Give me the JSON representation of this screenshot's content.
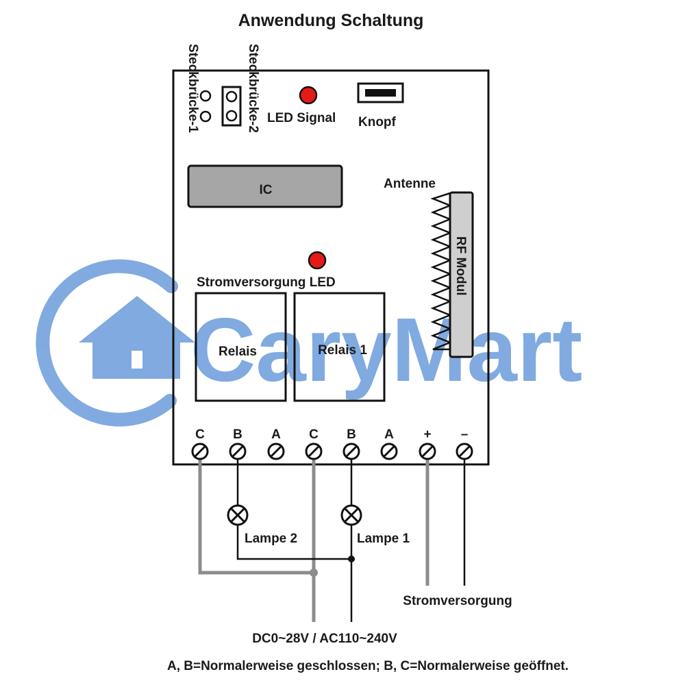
{
  "title": "Anwendung Schaltung",
  "watermark": {
    "text": "CaryMart",
    "color": "#7aa6df"
  },
  "board": {
    "jumper1": "Steckbrücke-1",
    "jumper2": "Steckbrücke-2",
    "led_signal": "LED Signal",
    "button": "Knopf",
    "ic": "IC",
    "antenna": "Antenne",
    "rf_module": "RF Modul",
    "power_led": "Stromversorgung LED",
    "relay_left": "Relais",
    "relay_right": "Relais 1",
    "terminals": [
      "C",
      "B",
      "A",
      "C",
      "B",
      "A",
      "+",
      "–"
    ]
  },
  "wiring": {
    "lamp2": "Lampe 2",
    "lamp1": "Lampe 1",
    "power_supply": "Stromversorgung",
    "voltage": "DC0~28V / AC110~240V"
  },
  "footnote": "A, B=Normalerweise geschlossen; B, C=Normalerweise geöffnet.",
  "colors": {
    "led": "#e41b17",
    "ic_fill": "#a6a6a6",
    "rf_fill": "#cfcfcf",
    "gray_wire": "#8c8c8c",
    "black_wire": "#111111"
  }
}
